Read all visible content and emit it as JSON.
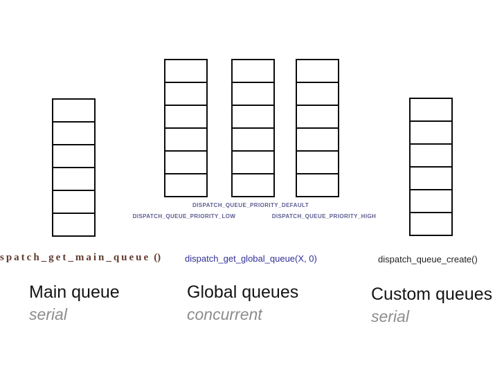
{
  "colors": {
    "box-border": "#0a0a0a",
    "priority-label": "#5d5d93",
    "main-fn": "#613a2e",
    "global-fn": "#2f2f96",
    "custom-fn": "#1c1c1c",
    "title": "#141414",
    "subtitle": "#8c8c8c",
    "background": "#ffffff"
  },
  "stacks": {
    "main": {
      "boxes": 6
    },
    "low": {
      "boxes": 6
    },
    "default": {
      "boxes": 6
    },
    "high": {
      "boxes": 6
    },
    "custom": {
      "boxes": 6
    }
  },
  "priority_labels": {
    "default": "DISPATCH_QUEUE_PRIORITY_DEFAULT",
    "low": "DISPATCH_QUEUE_PRIORITY_LOW",
    "high": "DISPATCH_QUEUE_PRIORITY_HIGH"
  },
  "functions": {
    "main": {
      "name": "spatch_get_main_queue",
      "parens": "()"
    },
    "global": "dispatch_get_global_queue(X, 0)",
    "custom": "dispatch_queue_create()"
  },
  "columns": {
    "main": {
      "title": "Main queue",
      "subtitle": "serial"
    },
    "global": {
      "title": "Global queues",
      "subtitle": "concurrent"
    },
    "custom": {
      "title": "Custom queues",
      "subtitle": "serial"
    }
  }
}
